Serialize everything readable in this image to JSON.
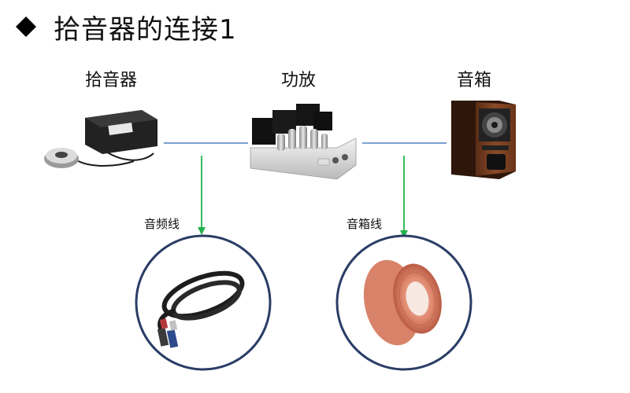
{
  "title": "拾音器的连接1",
  "devices": {
    "pickup": "拾音器",
    "amplifier": "功放",
    "speaker": "音箱"
  },
  "cables": {
    "audio_cable": "音频线",
    "speaker_cable": "音箱线"
  },
  "colors": {
    "connector_line": "#4f81bd",
    "arrow": "#22b24c",
    "circle_border": "#2a3d66"
  }
}
